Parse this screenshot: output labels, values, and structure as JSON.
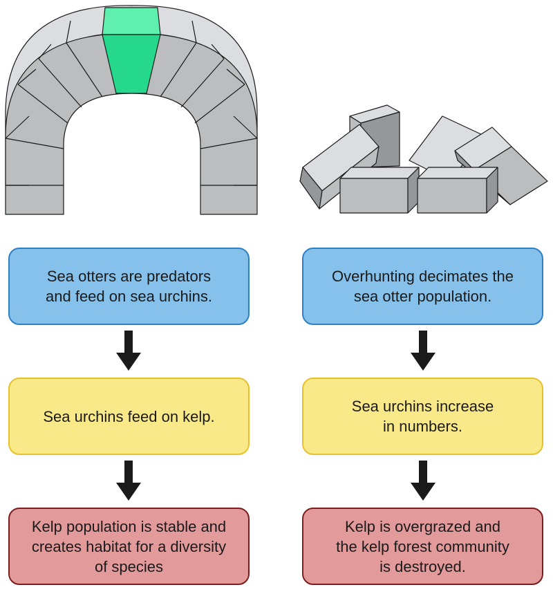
{
  "colors": {
    "stone_face": "#bcbdbf",
    "stone_top": "#dcdde0",
    "stone_side": "#95979a",
    "keystone_face": "#25d88b",
    "keystone_top": "#5ff0b0",
    "outline": "#1a1a1a",
    "blue_fill": "#85c1eb",
    "blue_border": "#2f7fc4",
    "yellow_fill": "#fae989",
    "yellow_border": "#e7c12c",
    "red_fill": "#e39a9b",
    "red_border": "#7b1d1d"
  },
  "left_column": {
    "illustration": "stone-arch-with-keystone",
    "steps": [
      "Sea otters are predators\nand feed on sea urchins.",
      "Sea urchins feed on kelp.",
      "Kelp population is stable and\ncreates habitat for a diversity\nof species"
    ]
  },
  "right_column": {
    "illustration": "collapsed-stone-blocks",
    "steps": [
      "Overhunting decimates the\nsea otter population.",
      "Sea urchins increase\nin numbers.",
      "Kelp is overgrazed and\nthe kelp forest community\nis destroyed."
    ]
  }
}
